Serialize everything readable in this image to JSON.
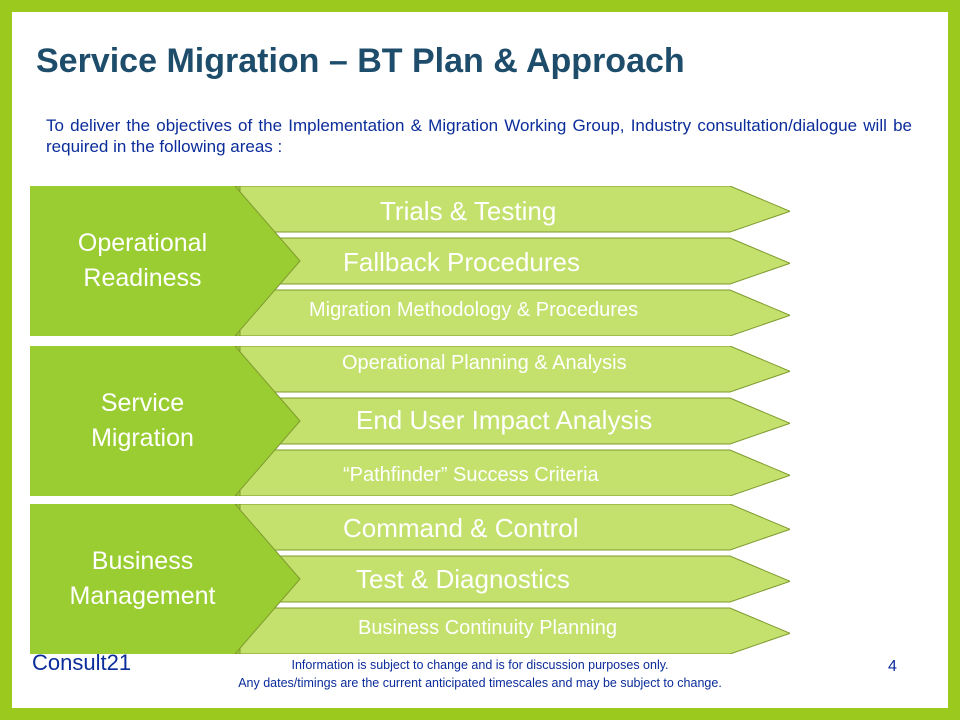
{
  "slide": {
    "title": "Service Migration – BT Plan & Approach",
    "intro": "To deliver the objectives of the Implementation & Migration Working Group, Industry consultation/dialogue will be required in the following areas :"
  },
  "colors": {
    "frame": "#9bc91e",
    "group_fill": "#9acd32",
    "item_fill": "#c3e16c",
    "title_text": "#1d4d6b",
    "body_text": "#0b2c9a"
  },
  "groups": [
    {
      "label": "Operational\nReadiness",
      "items": [
        "Trials & Testing",
        "Fallback Procedures",
        "Migration Methodology &  Procedures"
      ]
    },
    {
      "label": "Service\nMigration",
      "items": [
        "Operational Planning & Analysis",
        "End User Impact Analysis",
        "“Pathfinder” Success Criteria"
      ]
    },
    {
      "label": "Business\nManagement",
      "items": [
        "Command & Control",
        "Test & Diagnostics",
        "Business Continuity Planning"
      ]
    }
  ],
  "footer": {
    "brand": "Consult21",
    "note_line1": "Information is subject to change and is for discussion purposes only.",
    "note_line2": "Any dates/timings are the current anticipated timescales and may be subject to change.",
    "page": "4"
  }
}
